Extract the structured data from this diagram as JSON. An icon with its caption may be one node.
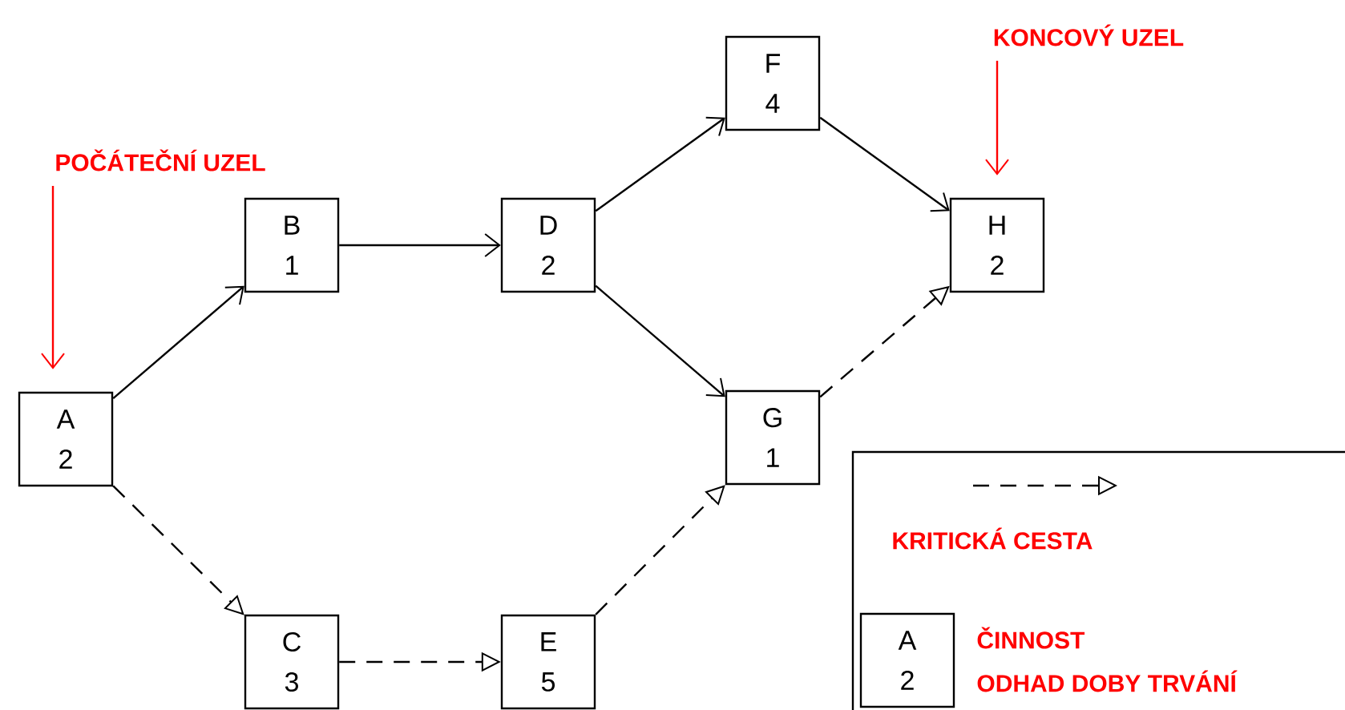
{
  "diagram": {
    "nodes": [
      {
        "text": [
          "A",
          "2"
        ]
      },
      {
        "text": [
          "B",
          "1"
        ]
      },
      {
        "text": [
          "C",
          "3"
        ]
      },
      {
        "text": [
          "D",
          "2"
        ]
      },
      {
        "text": [
          "E",
          "5"
        ]
      },
      {
        "text": [
          "F",
          "4"
        ]
      },
      {
        "text": [
          "G",
          "1"
        ]
      },
      {
        "text": [
          "H",
          "2"
        ]
      },
      {
        "text": [
          "POČÁTEČNÍ UZEL"
        ]
      },
      {
        "text": [
          "KONCOVÝ UZEL"
        ]
      },
      {
        "text": [
          "A",
          "2"
        ],
        "beside": [
          "ČINNOST",
          "ODHAD DOBY TRVÁNÍ"
        ]
      }
    ],
    "edges": [
      {
        "from": 0,
        "to": 1,
        "arrow": "to"
      },
      {
        "from": 1,
        "to": 3,
        "arrow": "to"
      },
      {
        "from": 3,
        "to": 5,
        "arrow": "to"
      },
      {
        "from": 3,
        "to": 6,
        "arrow": "to"
      },
      {
        "from": 5,
        "to": 7,
        "arrow": "to"
      },
      {
        "from": 0,
        "to": 2,
        "arrow": "to",
        "style": "dashed"
      },
      {
        "from": 2,
        "to": 4,
        "arrow": "to",
        "style": "dashed"
      },
      {
        "from": 4,
        "to": 6,
        "arrow": "to",
        "style": "dashed"
      },
      {
        "from": 6,
        "to": 7,
        "arrow": "to",
        "style": "dashed"
      },
      {
        "from": 8,
        "to": 0,
        "arrow": "to",
        "color": "#ff0000"
      },
      {
        "from": 9,
        "to": 7,
        "arrow": "to",
        "color": "#ff0000"
      }
    ],
    "legend": [
      {
        "text": "KRITICKÁ CESTA"
      }
    ]
  }
}
